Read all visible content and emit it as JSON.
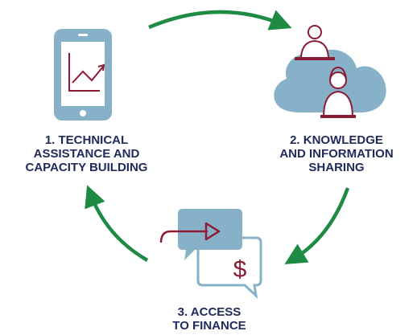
{
  "steps": [
    {
      "lines": [
        "1. TECHNICAL",
        "ASSISTANCE AND",
        "CAPACITY BUILDING"
      ],
      "icon": "tablet-chart-icon"
    },
    {
      "lines": [
        "2. KNOWLEDGE",
        "AND INFORMATION",
        "SHARING"
      ],
      "icon": "cloud-people-icon"
    },
    {
      "lines": [
        "3. ACCESS",
        "TO FINANCE"
      ],
      "icon": "chat-dollar-icon"
    }
  ],
  "colors": {
    "arrow": "#1e8a44",
    "icon_fill": "#86b1c9",
    "accent": "#8b1c34",
    "text": "#1f2a5a",
    "white": "#ffffff"
  }
}
